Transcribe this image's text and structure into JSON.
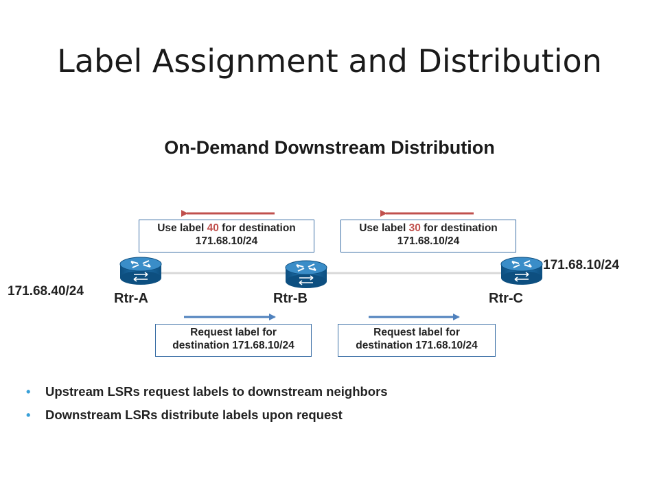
{
  "title": "Label Assignment and Distribution",
  "subtitle": "On-Demand Downstream Distribution",
  "routers": [
    {
      "name": "Rtr-A"
    },
    {
      "name": "Rtr-B"
    },
    {
      "name": "Rtr-C"
    }
  ],
  "networks": {
    "left": "171.68.40/24",
    "right": "171.68.10/24"
  },
  "messages": {
    "use_label_1": {
      "prefix": "Use label ",
      "label": "40",
      "suffix": " for destination",
      "line2": "171.68.10/24"
    },
    "use_label_2": {
      "prefix": "Use label ",
      "label": "30",
      "suffix": " for destination",
      "line2": "171.68.10/24"
    },
    "request_1": {
      "line1": "Request label for",
      "line2": "destination 171.68.10/24"
    },
    "request_2": {
      "line1": "Request label for",
      "line2": "destination 171.68.10/24"
    }
  },
  "bullets": [
    "Upstream LSRs request labels to downstream neighbors",
    "Downstream LSRs distribute labels upon request"
  ],
  "colors": {
    "use_arrow": "#c0504d",
    "request_arrow": "#4f81bd",
    "router_body": "#1f6fa8",
    "bullet": "#39a0d8"
  }
}
